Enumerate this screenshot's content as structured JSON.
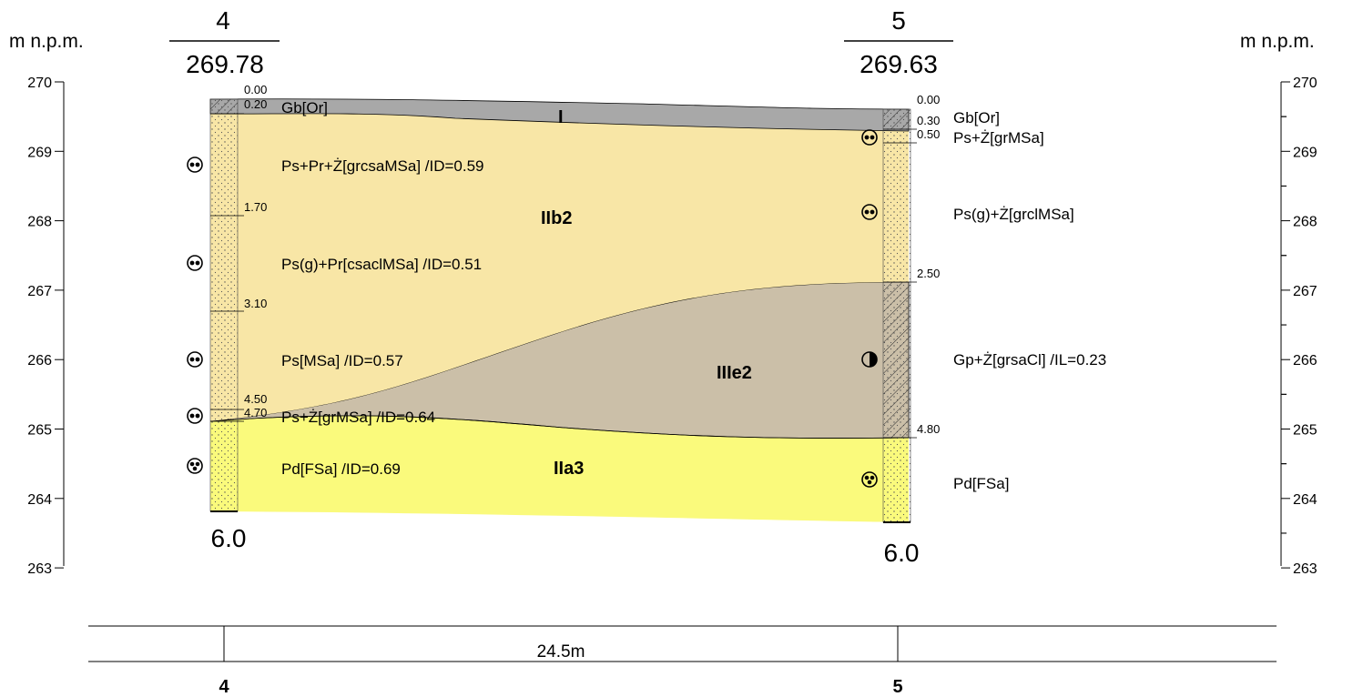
{
  "units_label": "m n.p.m.",
  "elevation_ticks": [
    "270",
    "269",
    "268",
    "267",
    "266",
    "265",
    "264",
    "263"
  ],
  "boreholes": [
    {
      "id": "4",
      "elevation": "269.78",
      "depth": "6.0",
      "depth_labels": [
        "0.00",
        "0.20",
        "1.70",
        "3.10",
        "4.50",
        "4.70"
      ],
      "layers": [
        "Gb[Or]",
        "Ps+Pr+Ż[grcsaMSa] /ID=0.59",
        "Ps(g)+Pr[csaclMSa] /ID=0.51",
        "Ps[MSa] /ID=0.57",
        "Ps+Ż[grMSa] /ID=0.64",
        "Pd[FSa] /ID=0.69"
      ]
    },
    {
      "id": "5",
      "elevation": "269.63",
      "depth": "6.0",
      "depth_labels": [
        "0.00",
        "0.30",
        "0.50",
        "2.50",
        "4.80"
      ],
      "layers": [
        "Gb[Or]",
        "Ps+Ż[grMSa]",
        "Ps(g)+Ż[grclMSa]",
        "Gp+Ż[grsaCl] /IL=0.23",
        "Pd[FSa]"
      ]
    }
  ],
  "units": [
    "I",
    "IIb2",
    "IIIe2",
    "IIa3"
  ],
  "distance": "24.5m",
  "colors": {
    "topsoil": "#a8a8a8",
    "sand_medium": "#f8e6a6",
    "clay": "#cbbfa8",
    "sand_fine": "#fafa7c"
  }
}
